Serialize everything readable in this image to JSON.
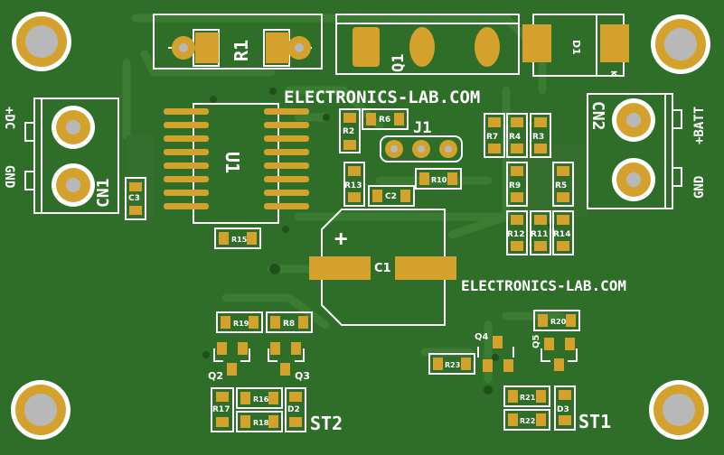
{
  "board": {
    "background": "#2e6e28",
    "trace_color": "#3a7d32",
    "pad_color": "#d4a22c",
    "hole_color": "#b8b8b8",
    "silk_color": "#ffffff"
  },
  "texts": {
    "brand_top": "ELECTRONICS-LAB.COM",
    "brand_mid": "ELECTRONICS-LAB.COM",
    "r1": "R1",
    "q1": "Q1",
    "d1": "D1",
    "d1_k": "K",
    "u1": "U1",
    "cn1": "CN1",
    "cn2": "CN2",
    "plus_dc": "+DC",
    "gnd_left": "GND",
    "plus_batt": "+BATT",
    "gnd_right": "GND",
    "j1": "J1",
    "c1": "C1",
    "c1_plus": "+",
    "c2": "C2",
    "c3": "C3",
    "r2": "R2",
    "r3": "R3",
    "r4": "R4",
    "r5": "R5",
    "r6": "R6",
    "r7": "R7",
    "r8": "R8",
    "r9": "R9",
    "r10": "R10",
    "r11": "R11",
    "r12": "R12",
    "r13": "R13",
    "r14": "R14",
    "r15": "R15",
    "r16": "R16",
    "r17": "R17",
    "r18": "R18",
    "r19": "R19",
    "r20": "R20",
    "r21": "R21",
    "r22": "R22",
    "r23": "R23",
    "q2": "Q2",
    "q3": "Q3",
    "q4": "Q4",
    "q5": "Q5",
    "d2": "D2",
    "d3": "D3",
    "st1": "ST1",
    "st2": "ST2"
  }
}
